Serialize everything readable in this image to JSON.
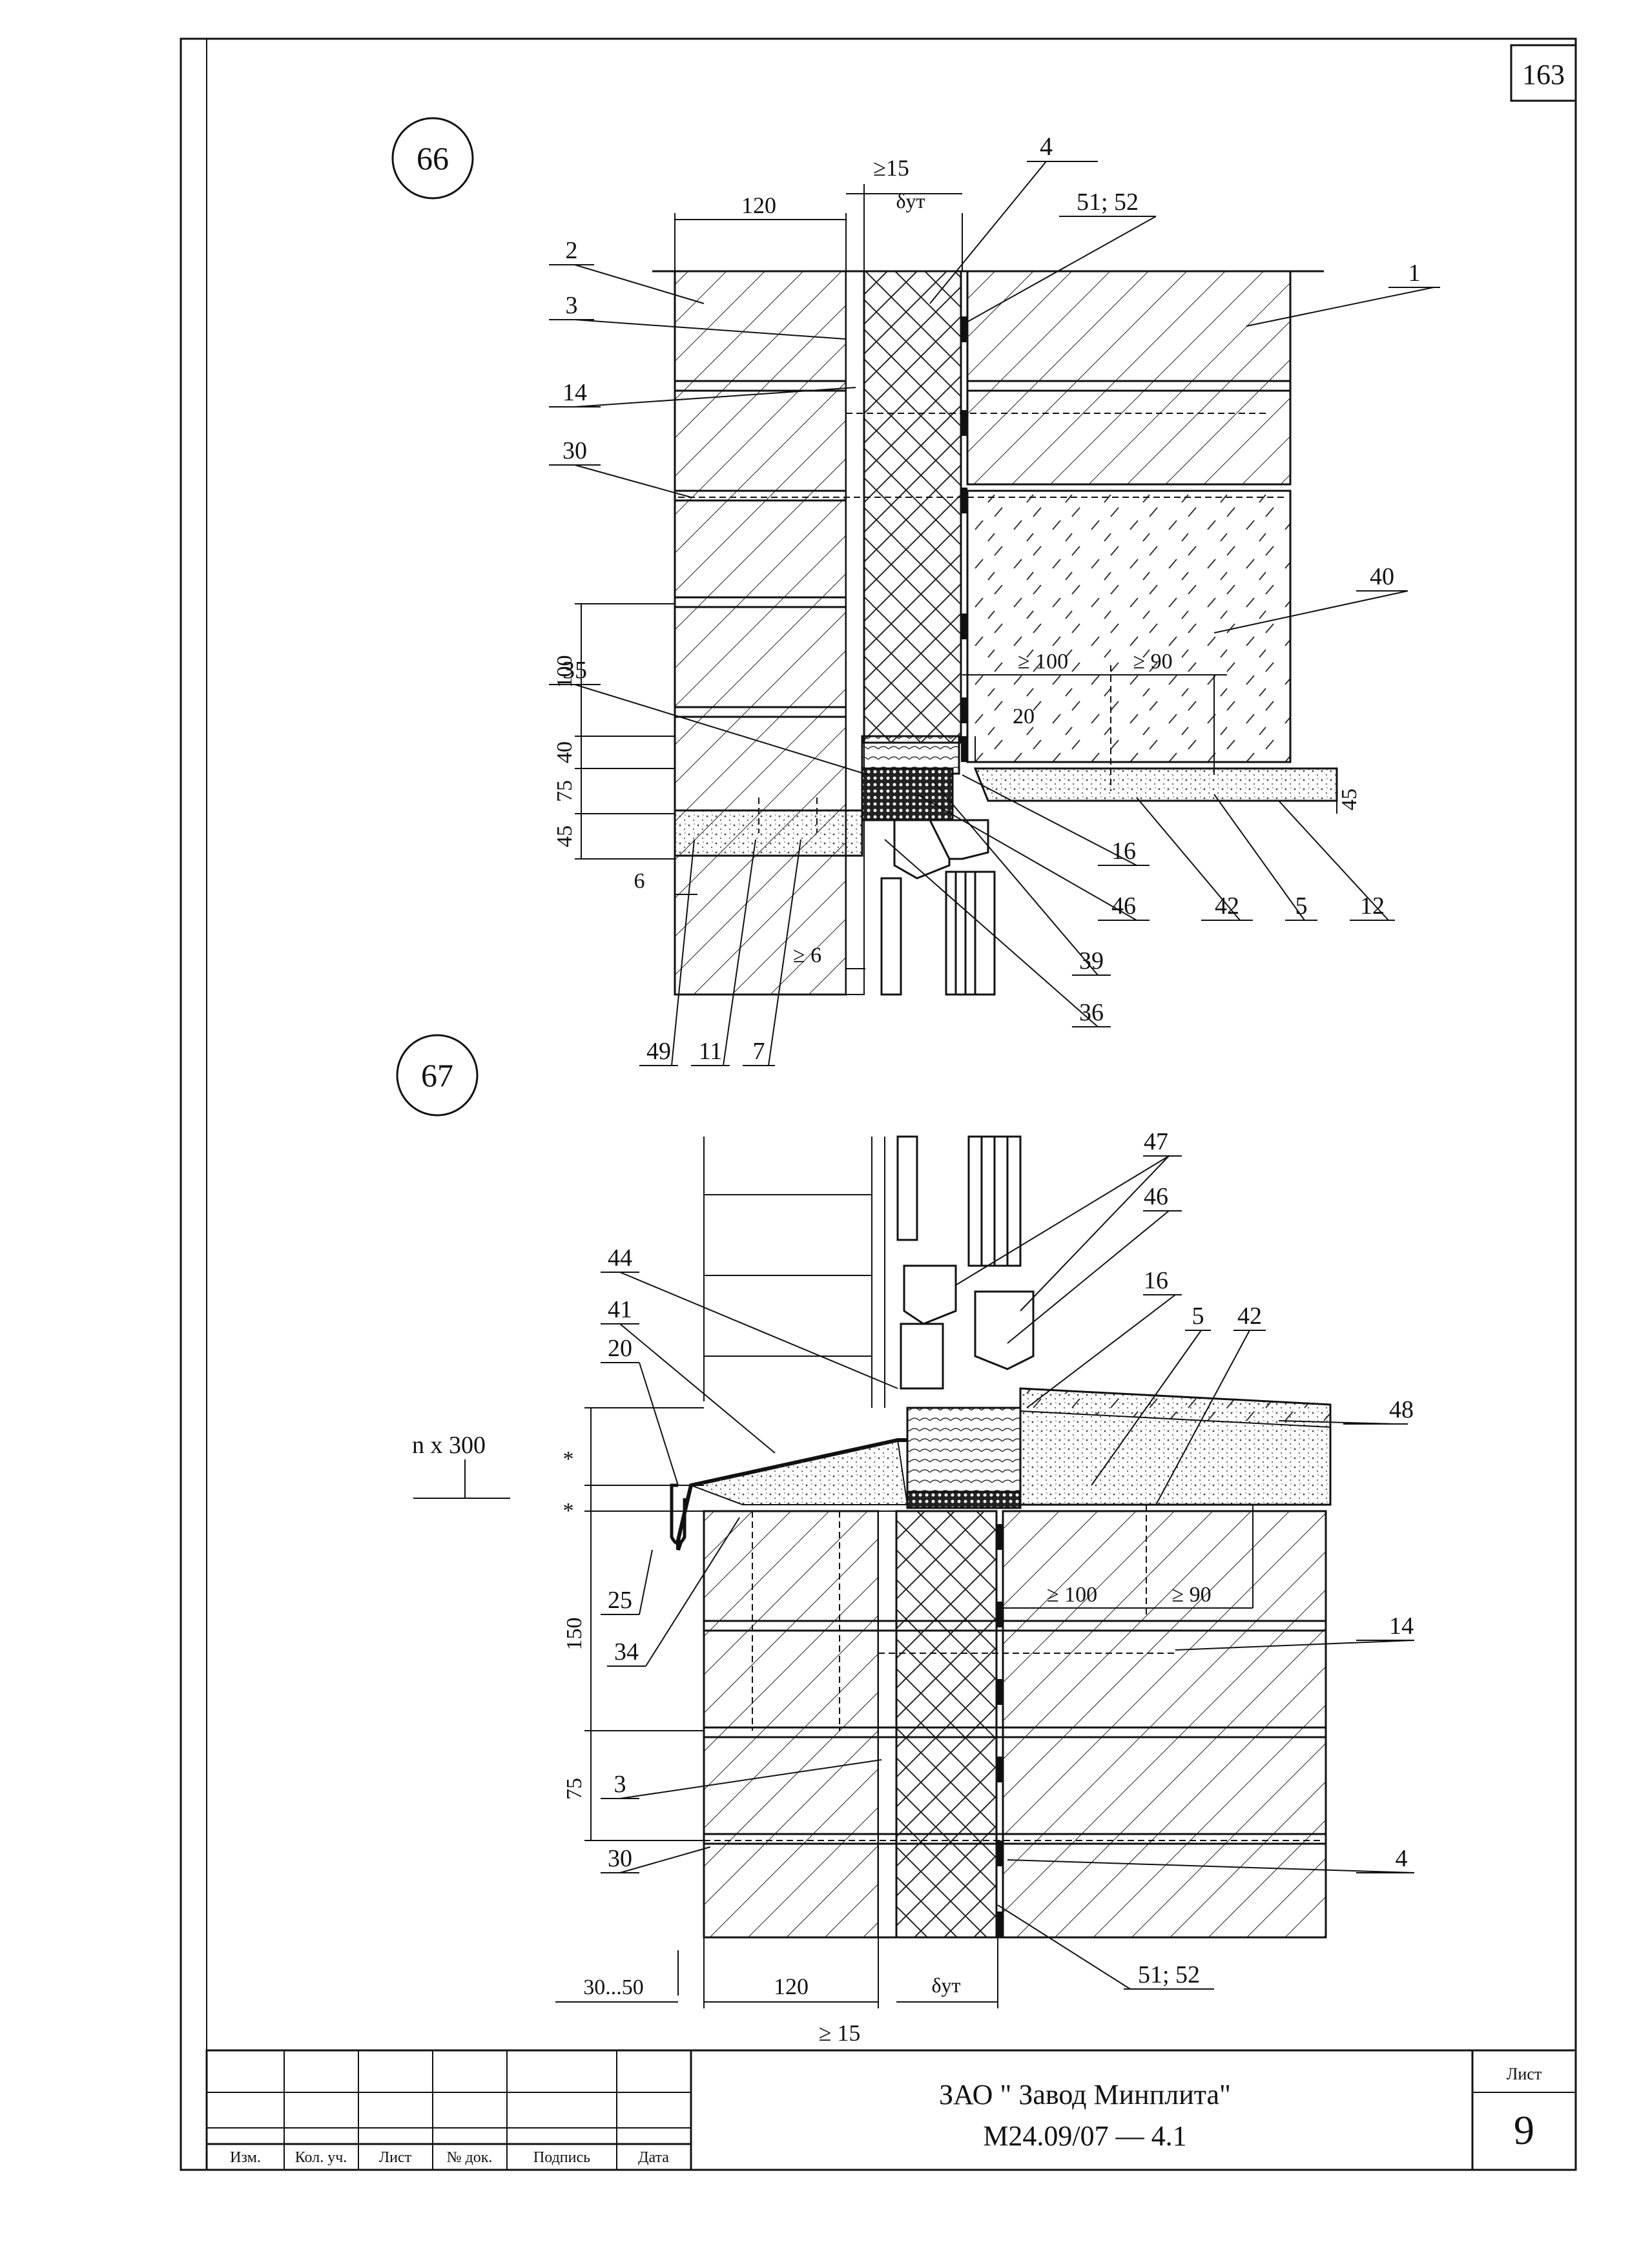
{
  "sheet": {
    "page_number": "163",
    "org": "ЗАО \" Завод Минплита\"",
    "doc_code": "М24.09/07 — 4.1",
    "sheet_label": "Лист",
    "sheet_number": "9",
    "stamp_columns": [
      "Изм.",
      "Кол. уч.",
      "Лист",
      "№ док.",
      "Подпись",
      "Дата"
    ]
  },
  "detail_66": {
    "id": "66",
    "dims": {
      "d120": "120",
      "d15": "≥15",
      "delta": "δут",
      "d100": "100",
      "d40": "40",
      "d75": "75",
      "d45": "45",
      "d6": "6",
      "d6b": "≥ 6",
      "d100b": "≥ 100",
      "d90": "≥ 90",
      "d20": "20",
      "d45r": "45"
    },
    "callouts": {
      "c4": "4",
      "c51": "51; 52",
      "c2": "2",
      "c3": "3",
      "c1": "1",
      "c14": "14",
      "c30": "30",
      "c40": "40",
      "c35": "35",
      "c16": "16",
      "c46": "46",
      "c42": "42",
      "c5": "5",
      "c12": "12",
      "c39": "39",
      "c36": "36",
      "c49": "49",
      "c11": "11",
      "c7": "7"
    }
  },
  "detail_67": {
    "id": "67",
    "dims": {
      "nx300": "n x 300",
      "star1": "*",
      "star2": "*",
      "d150": "150",
      "d75": "75",
      "d3050": "30...50",
      "d120": "120",
      "delta": "δут",
      "d15": "≥ 15",
      "d100": "≥ 100",
      "d90": "≥ 90"
    },
    "callouts": {
      "c47": "47",
      "c46": "46",
      "c44": "44",
      "c41": "41",
      "c20": "20",
      "c16": "16",
      "c5": "5",
      "c42": "42",
      "c48": "48",
      "c25": "25",
      "c34": "34",
      "c14": "14",
      "c3": "3",
      "c30": "30",
      "c4": "4",
      "c51": "51; 52"
    }
  }
}
